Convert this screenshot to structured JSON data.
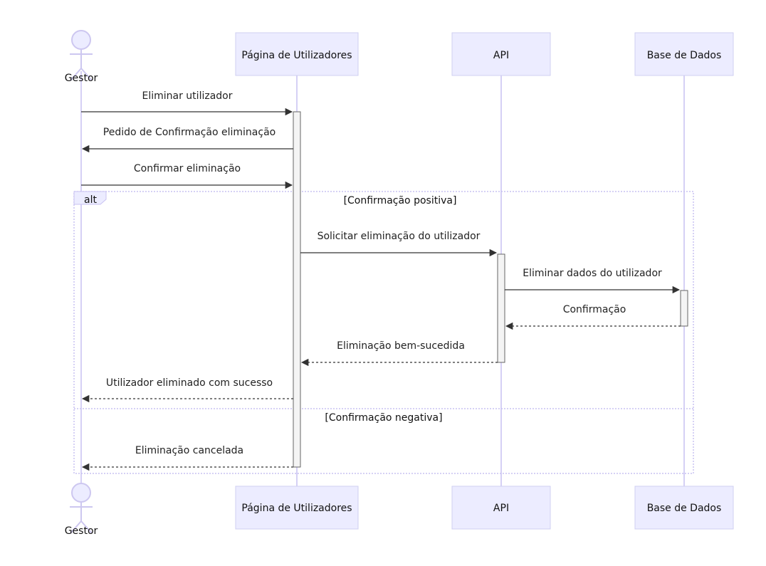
{
  "participants": {
    "gestor": "Gestor",
    "pagina": "Página de Utilizadores",
    "api": "API",
    "bd": "Base de Dados"
  },
  "messages": [
    "Eliminar utilizador",
    "Pedido de Confirmação eliminação",
    "Confirmar eliminação",
    "Solicitar eliminação do utilizador",
    "Eliminar dados do utilizador",
    "Confirmação",
    "Eliminação bem-sucedida",
    "Utilizador eliminado com sucesso",
    "Eliminação cancelada"
  ],
  "alt": {
    "tag": "alt",
    "condition_1": "[Confirmação positiva]",
    "condition_2": "[Confirmação negativa]"
  }
}
